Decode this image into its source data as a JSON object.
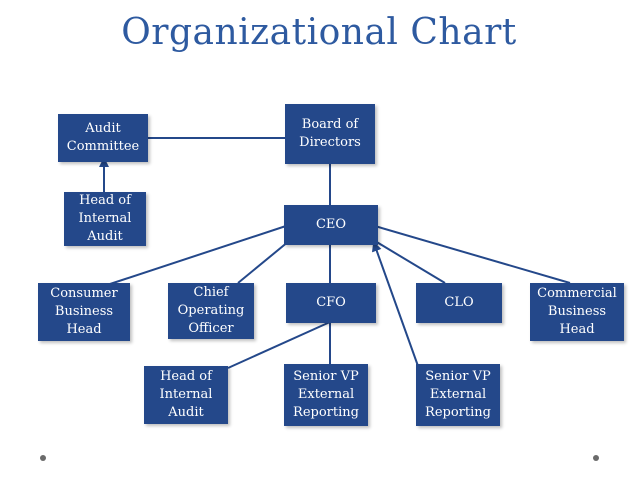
{
  "title": "Organizational Chart",
  "nodes": {
    "audit_committee": "Audit Committee",
    "board_of_directors": "Board of Directors",
    "head_internal_audit_top": "Head of Internal Audit",
    "ceo": "CEO",
    "consumer_business_head": "Consumer Business Head",
    "coo": "Chief Operating Officer",
    "cfo": "CFO",
    "clo": "CLO",
    "commercial_business_head": "Commercial Business Head",
    "head_internal_audit_bottom": "Head of Internal Audit",
    "svp_external_reporting_1": "Senior VP External Reporting",
    "svp_external_reporting_2": "Senior VP External Reporting"
  },
  "colors": {
    "box_fill": "#24488a",
    "title": "#2e5aa0",
    "line": "#24488a"
  }
}
